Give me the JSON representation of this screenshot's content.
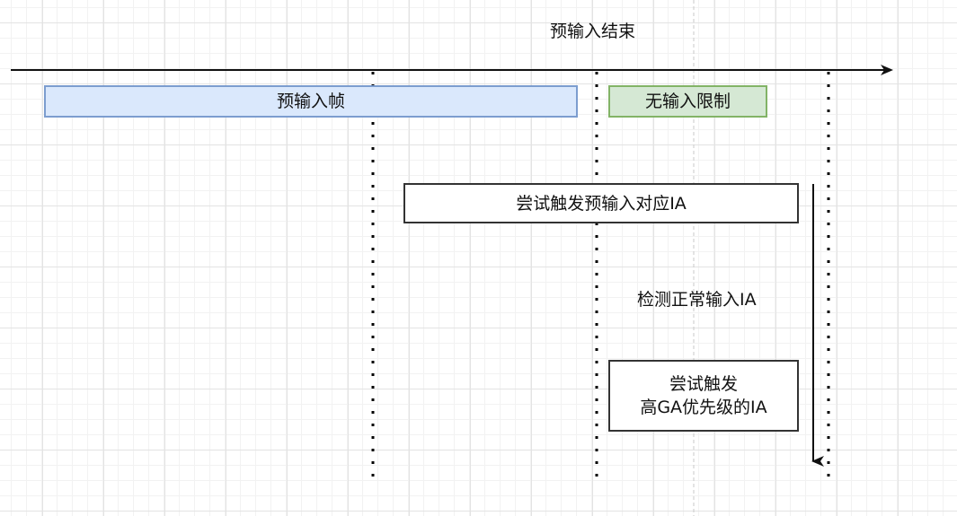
{
  "diagram": {
    "title_label": "预输入结束",
    "timeline": {
      "direction": "right",
      "color": "#111111"
    },
    "boxes": {
      "pre_input_frames": {
        "label": "预输入帧",
        "fill": "#dae8fc",
        "stroke": "#7c9dcf"
      },
      "no_input_limit": {
        "label": "无输入限制",
        "fill": "#d5e8d4",
        "stroke": "#82b366"
      },
      "try_trigger_pre_input": {
        "label": "尝试触发预输入对应IA",
        "fill": "#ffffff",
        "stroke": "#333333"
      },
      "try_trigger_high_priority": {
        "line1": "尝试触发",
        "line2": "高GA优先级的IA",
        "fill": "#ffffff",
        "stroke": "#333333"
      }
    },
    "detect_label": "检测正常输入IA",
    "flow_arrow": {
      "direction": "down",
      "color": "#111111"
    },
    "markers": [
      "pre-input-start-marker",
      "pre-input-end-marker",
      "window-end-marker"
    ]
  }
}
